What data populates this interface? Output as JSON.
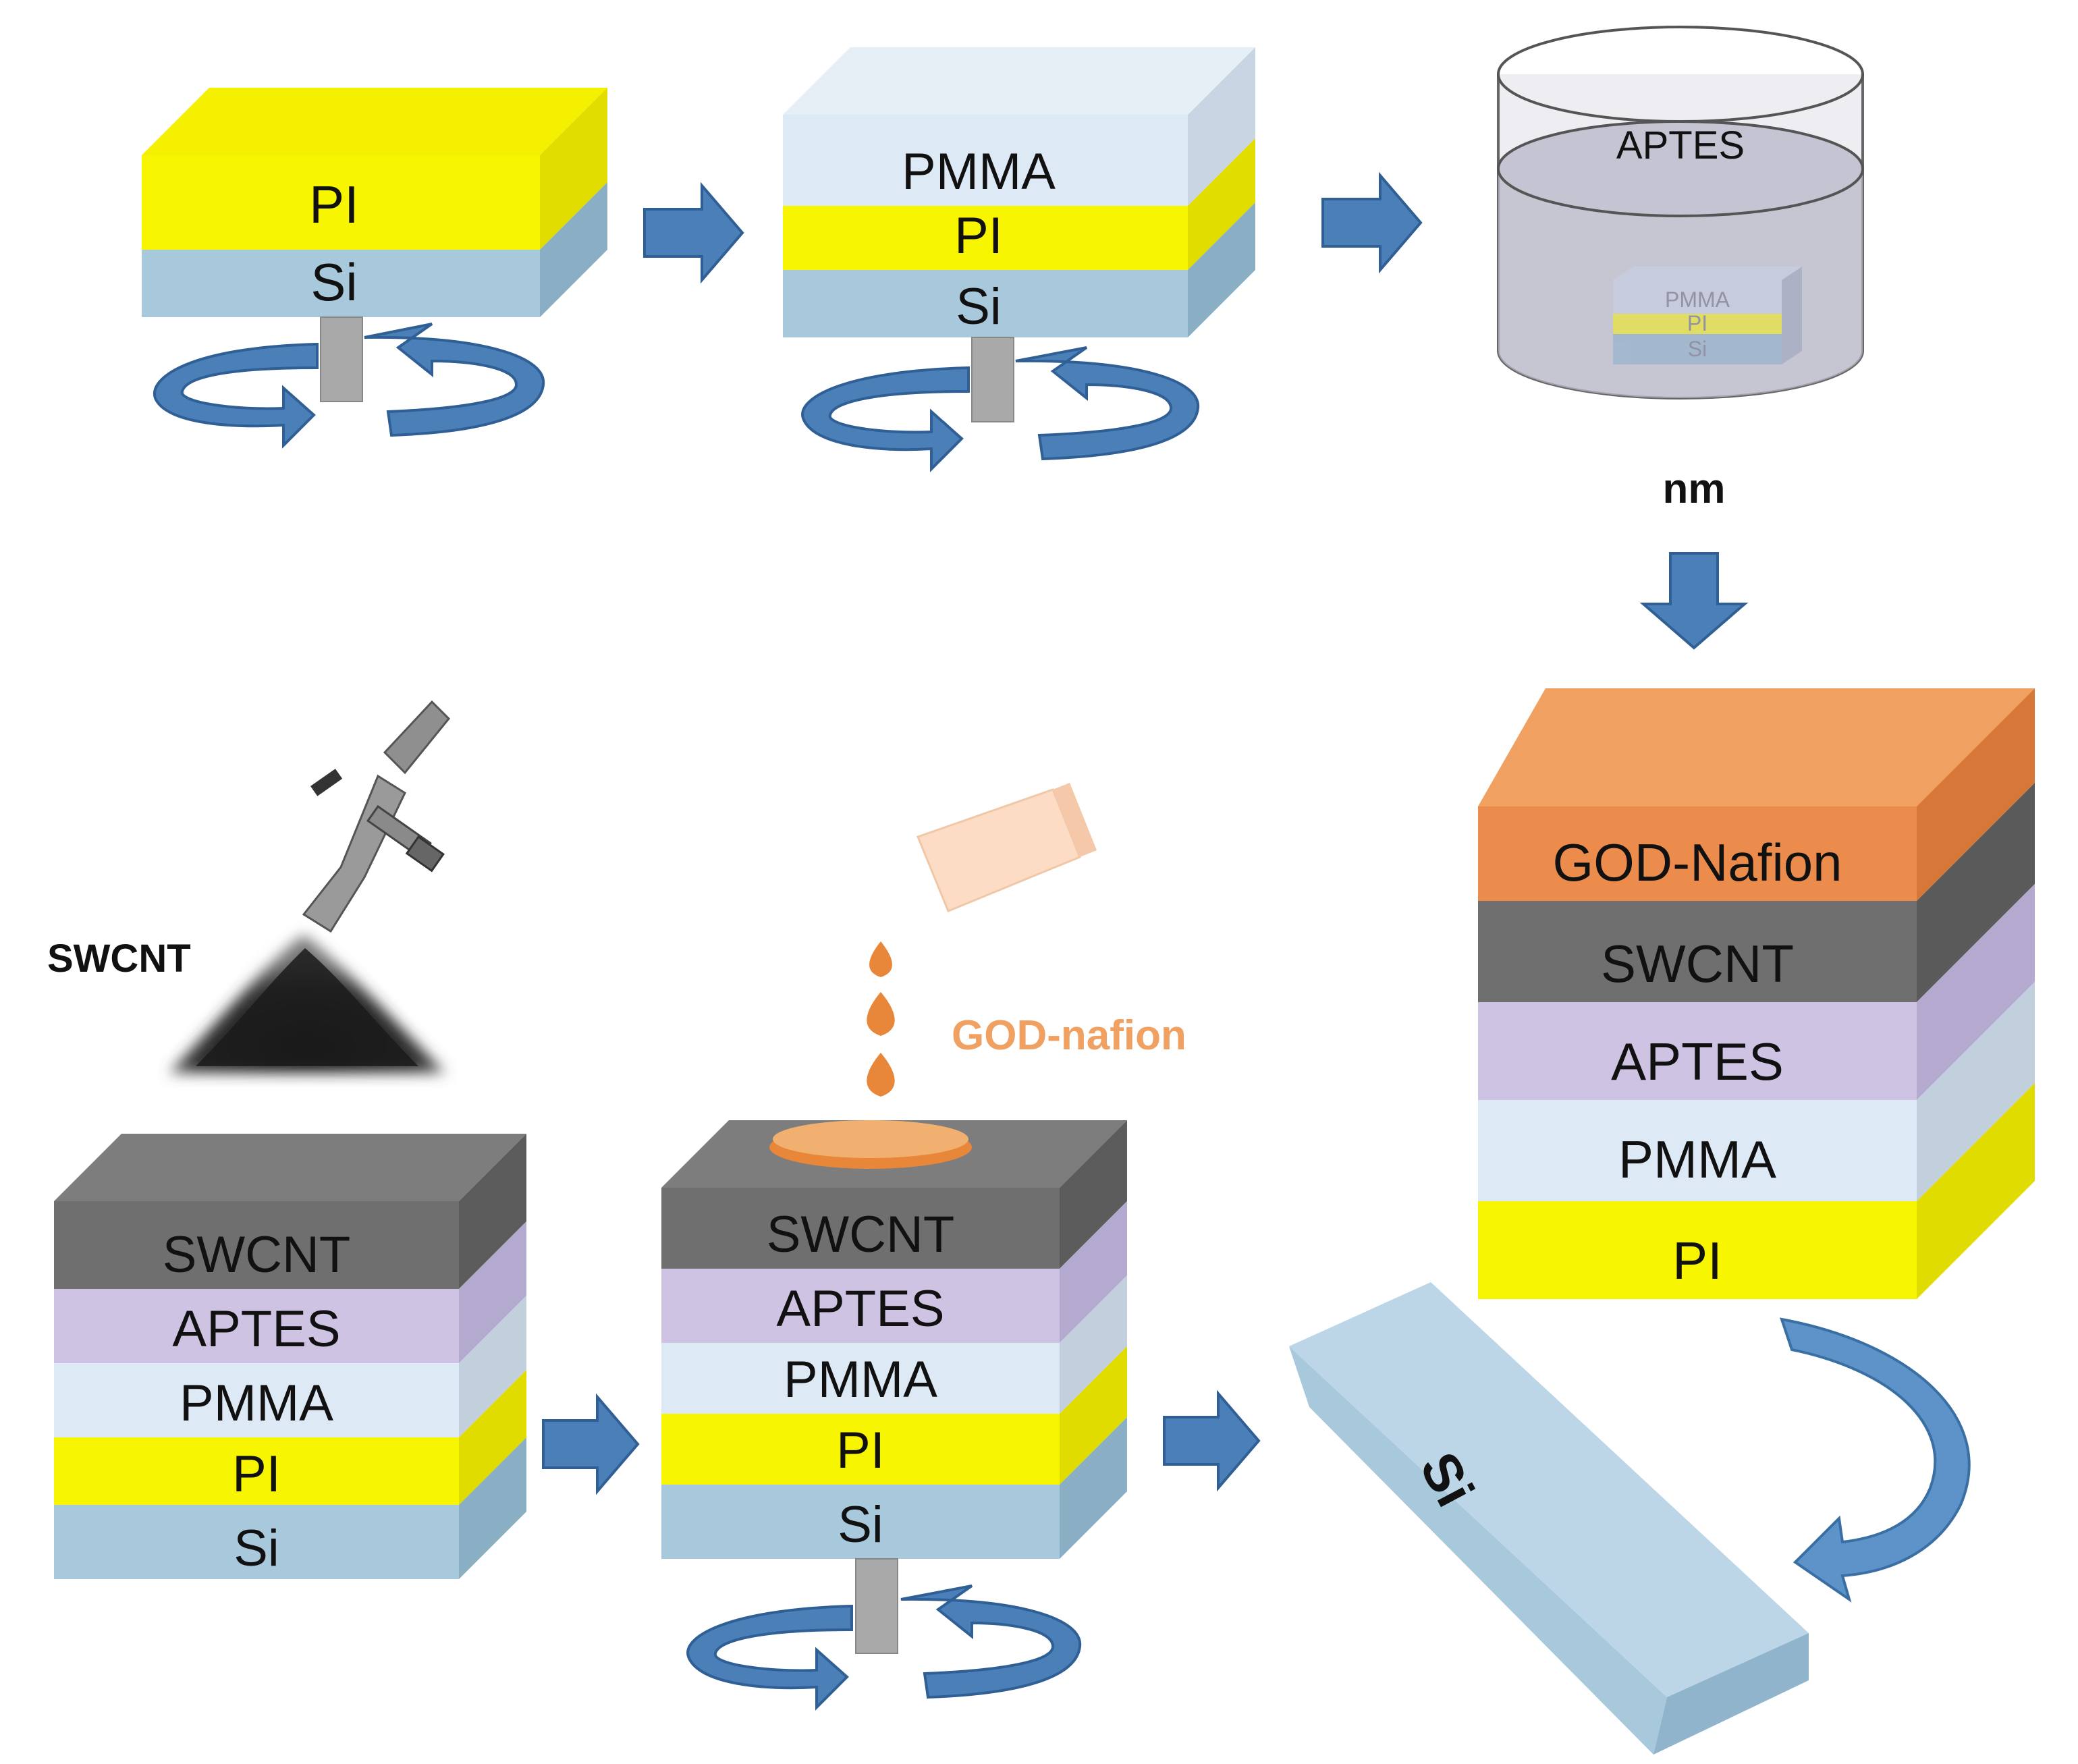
{
  "colors": {
    "si": "#a8c8dc",
    "pi": "#f8f500",
    "pmma": "#dde9f4",
    "aptes": "#cfc3e4",
    "swcnt": "#6f6f6f",
    "god_nafion": "#ec8c4c",
    "arrow": "#4a7fb8",
    "god_text": "#f0a060"
  },
  "step1": {
    "layers": [
      "PI",
      "Si"
    ]
  },
  "step2": {
    "layers": [
      "PMMA",
      "PI",
      "Si"
    ]
  },
  "step3": {
    "bath_label": "APTES",
    "sample_layers": [
      "PMMA",
      "PI",
      "Si"
    ],
    "caption": "nm"
  },
  "step4": {
    "powder_label": "SWCNT",
    "layers": [
      "SWCNT",
      "APTES",
      "PMMA",
      "PI",
      "Si"
    ]
  },
  "step5": {
    "drop_label": "GOD-nafion",
    "layers": [
      "SWCNT",
      "APTES",
      "PMMA",
      "PI",
      "Si"
    ]
  },
  "step6": {
    "layers": [
      "GOD-Nafion",
      "SWCNT",
      "APTES",
      "PMMA",
      "PI"
    ],
    "substrate_label": "Si"
  },
  "icons": [
    "rotation-arrow-icon",
    "process-arrow-icon",
    "spray-gun-icon",
    "powder-pile-icon",
    "pipette-icon",
    "droplet-icon",
    "curved-transfer-arrow-icon"
  ]
}
